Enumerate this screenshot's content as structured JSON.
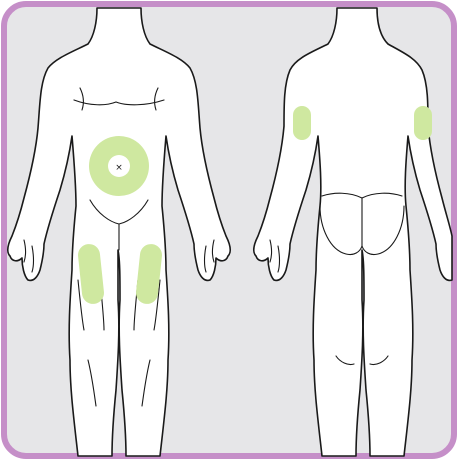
{
  "diagram": {
    "views": [
      {
        "name": "front",
        "injection_sites": [
          "abdomen",
          "left-thigh",
          "right-thigh"
        ]
      },
      {
        "name": "back",
        "injection_sites": [
          "left-upper-arm",
          "right-upper-arm"
        ]
      }
    ]
  },
  "colors": {
    "frame_border": "#c58fc8",
    "background": "#e6e6e8",
    "body_fill": "#ffffff",
    "outline": "#1a1a1a",
    "site_fill": "#cfe8a0"
  }
}
